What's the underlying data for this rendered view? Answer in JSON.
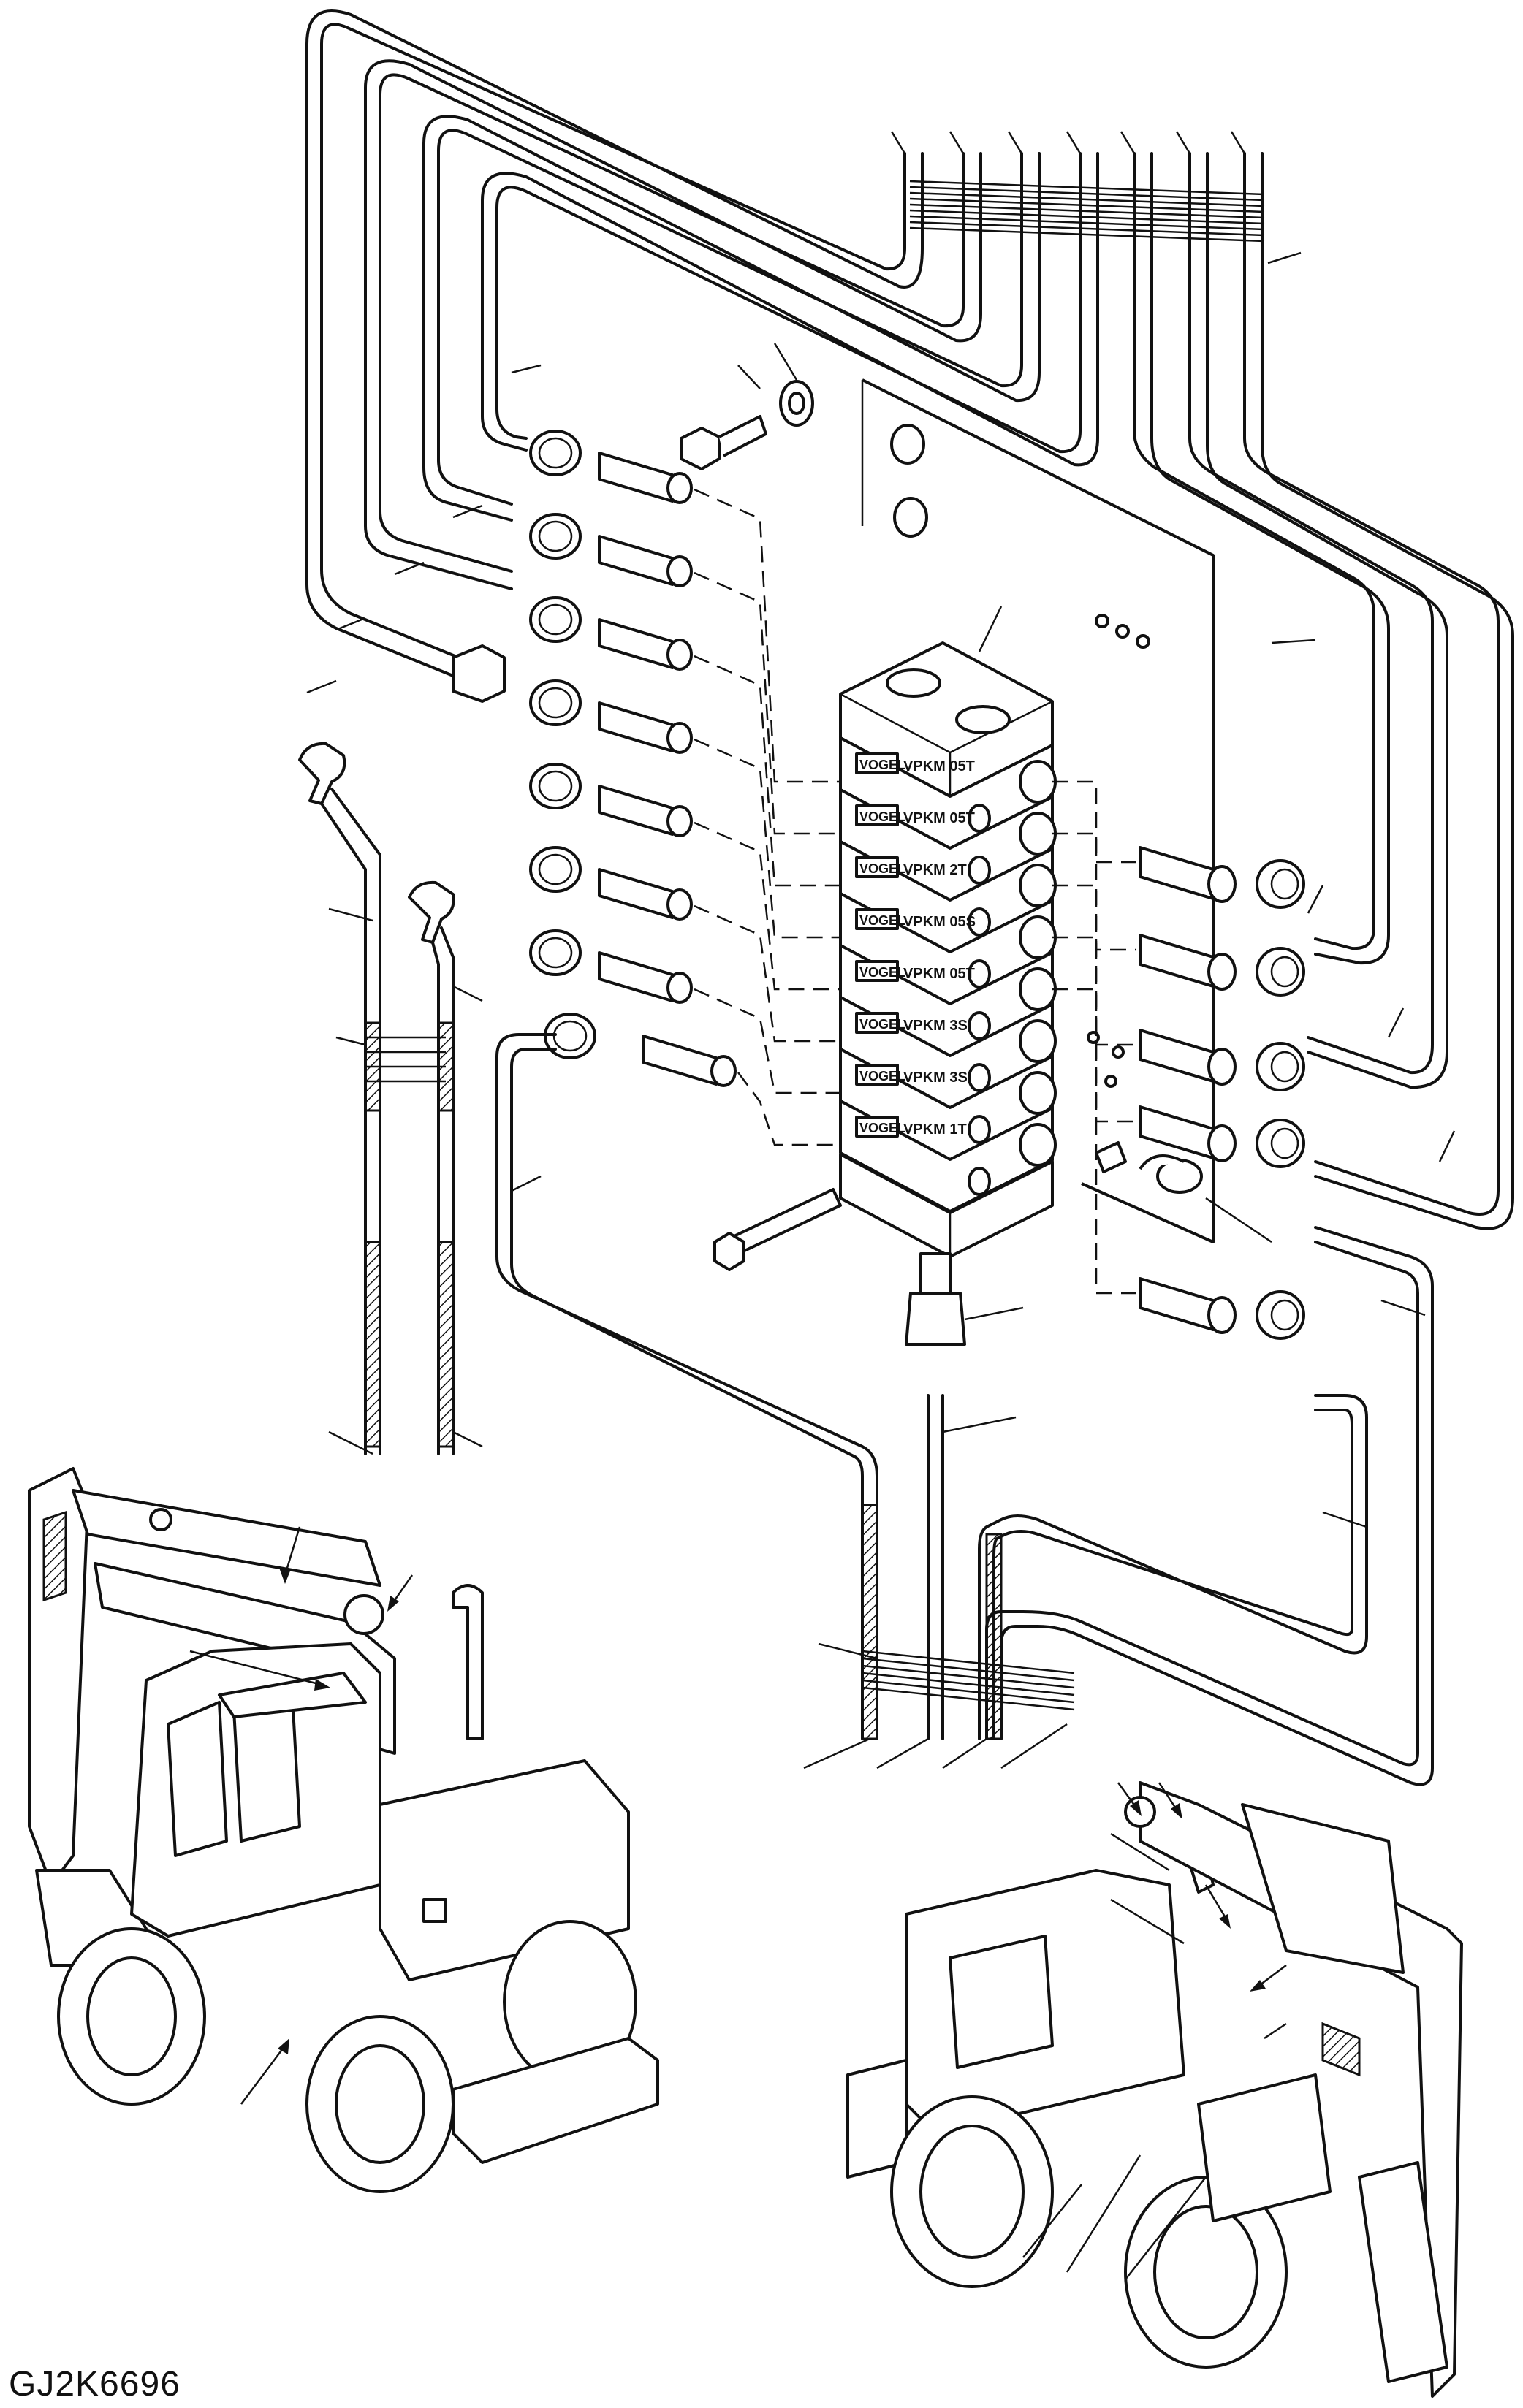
{
  "figure_code": "GJ2K6696",
  "distributor": {
    "brand": "VOGEL",
    "sections": [
      "VPKM 05T",
      "VPKM 05T",
      "VPKM 2T",
      "VPKM 05S",
      "VPKM 05T",
      "VPKM 3S",
      "VPKM 3S",
      "VPKM 1T"
    ]
  }
}
